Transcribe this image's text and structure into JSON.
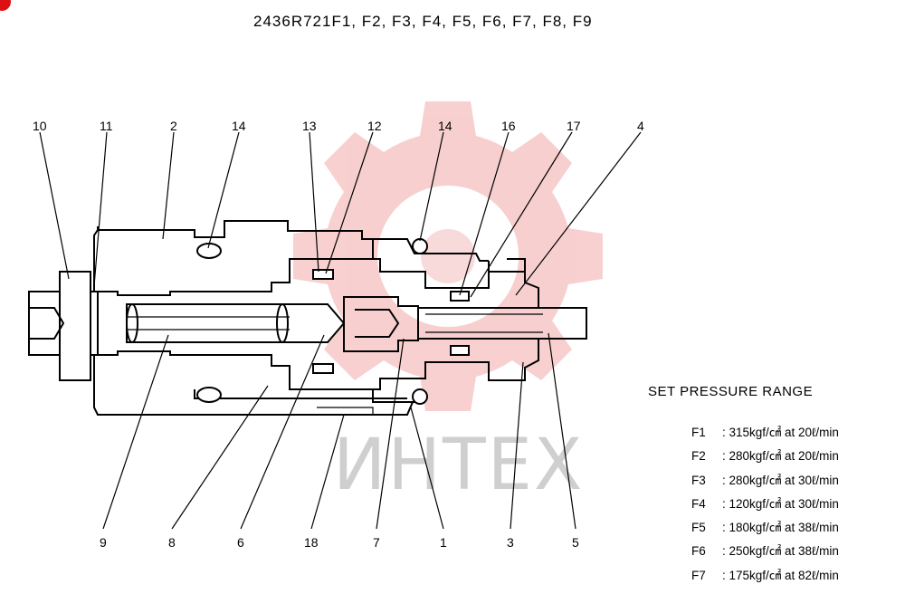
{
  "title": "2436R721F1, F2, F3, F4, F5, F6, F7, F8, F9",
  "watermark": {
    "text": "ИНТЕХ",
    "gear_color": "#f5c0c0",
    "text_color": "#cfcfcf",
    "icon": "gear-icon"
  },
  "top_labels": [
    "10",
    "11",
    "2",
    "14",
    "13",
    "12",
    "14",
    "16",
    "17",
    "4"
  ],
  "bottom_labels": [
    "9",
    "8",
    "6",
    "18",
    "7",
    "1",
    "3",
    "5"
  ],
  "pressure": {
    "heading": "SET PRESSURE RANGE",
    "rows": [
      {
        "code": "F1",
        "value": ": 315kgf/㎠ at 20ℓ/min"
      },
      {
        "code": "F2",
        "value": ": 280kgf/㎠ at 20ℓ/min"
      },
      {
        "code": "F3",
        "value": ": 280kgf/㎠ at 30ℓ/min"
      },
      {
        "code": "F4",
        "value": ": 120kgf/㎠ at 30ℓ/min"
      },
      {
        "code": "F5",
        "value": ": 180kgf/㎠ at 38ℓ/min"
      },
      {
        "code": "F6",
        "value": ": 250kgf/㎠ at 38ℓ/min"
      },
      {
        "code": "F7",
        "value": ": 175kgf/㎠ at 82ℓ/min"
      }
    ]
  }
}
